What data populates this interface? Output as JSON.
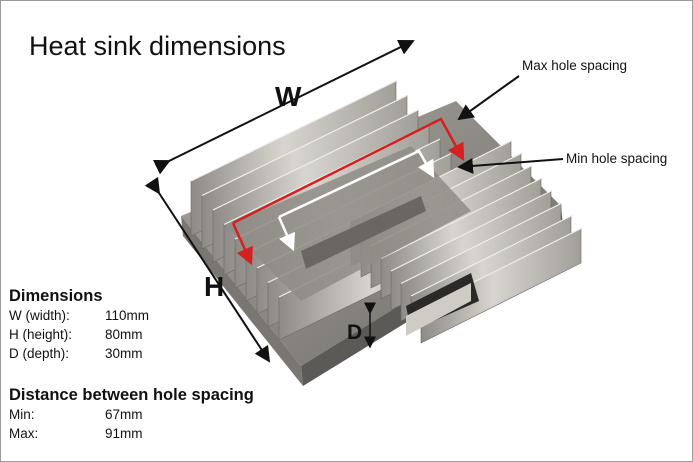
{
  "title": "Heat sink dimensions",
  "labels": {
    "w": "W",
    "h": "H",
    "d": "D"
  },
  "callouts": {
    "max": "Max hole spacing",
    "min": "Min hole spacing"
  },
  "dimensions": {
    "heading": "Dimensions",
    "rows": [
      {
        "label": "W (width):",
        "value": "110mm"
      },
      {
        "label": "H (height):",
        "value": "80mm"
      },
      {
        "label": "D (depth):",
        "value": "30mm"
      }
    ]
  },
  "hole_spacing": {
    "heading": "Distance between hole spacing",
    "rows": [
      {
        "label": "Min:",
        "value": "67mm"
      },
      {
        "label": "Max:",
        "value": "91mm"
      }
    ]
  },
  "colors": {
    "max_line": "#d42020",
    "min_line": "#ffffff",
    "metal": "#b9b6b0"
  }
}
